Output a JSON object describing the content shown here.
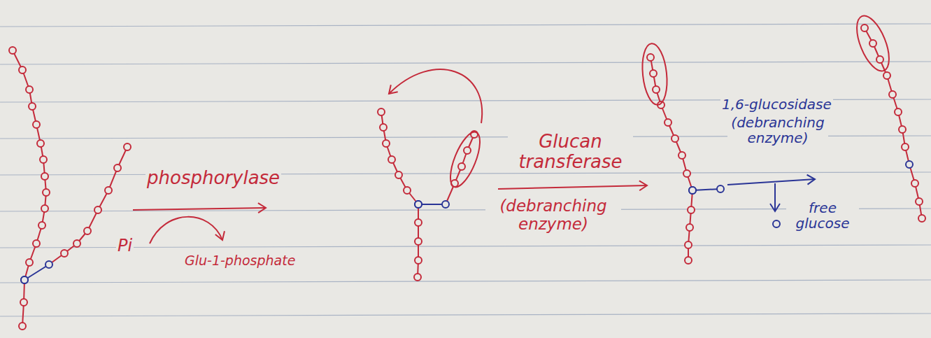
{
  "diagram": {
    "labels": [
      "phosphorylase",
      "Pi",
      "Glu-1-phosphate",
      "Glucan transferase",
      "(debranching enzyme)",
      "1,6-glucosidase",
      "(debranching enzyme)",
      "free glucose"
    ]
  }
}
